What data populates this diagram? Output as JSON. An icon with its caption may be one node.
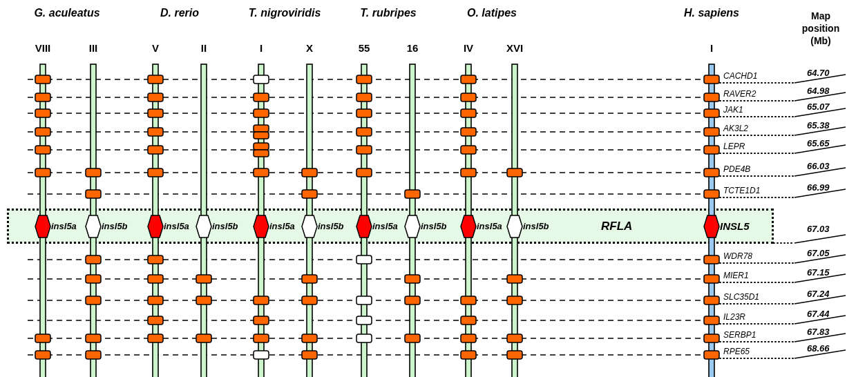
{
  "diagram": {
    "nodes": [
      {
        "text": [
          "RFLA"
        ]
      },
      {
        "text": [],
        "shape": "hexagon",
        "in": 0,
        "beside": [
          "insl5a"
        ]
      },
      {
        "text": [],
        "shape": "hexagon",
        "in": 0,
        "beside": [
          "insl5b"
        ]
      },
      {
        "text": [],
        "shape": "hexagon",
        "in": 0,
        "beside": [
          "insl5a"
        ]
      },
      {
        "text": [],
        "shape": "hexagon",
        "in": 0,
        "beside": [
          "insl5b"
        ]
      },
      {
        "text": [],
        "shape": "hexagon",
        "in": 0,
        "beside": [
          "insl5a"
        ]
      },
      {
        "text": [],
        "shape": "hexagon",
        "in": 0,
        "beside": [
          "insl5b"
        ]
      },
      {
        "text": [],
        "shape": "hexagon",
        "in": 0,
        "beside": [
          "insl5a"
        ]
      },
      {
        "text": [],
        "shape": "hexagon",
        "in": 0,
        "beside": [
          "insl5b"
        ]
      },
      {
        "text": [],
        "shape": "hexagon",
        "in": 0,
        "beside": [
          "insl5a"
        ]
      },
      {
        "text": [],
        "shape": "hexagon",
        "in": 0,
        "beside": [
          "insl5b"
        ]
      },
      {
        "text": [],
        "shape": "hexagon",
        "in": 0,
        "beside": [
          "INSL5"
        ]
      }
    ],
    "labels": [
      "G. aculeatus",
      "D. rerio",
      "T. nigroviridis",
      "T. rubripes",
      "O. latipes",
      "H. sapiens",
      "VIII",
      "III",
      "V",
      "II",
      "I",
      "X",
      "55",
      "16",
      "IV",
      "XVI",
      "I",
      "Map position (Mb)",
      "CACHD1",
      "64.70",
      "RAVER2",
      "64.98",
      "JAK1",
      "65.07",
      "AK3L2",
      "65.38",
      "LEPR",
      "65.65",
      "PDE4B",
      "66.03",
      "TCTE1D1",
      "66.99",
      "67.03",
      "WDR78",
      "67.05",
      "MIER1",
      "67.15",
      "SLC35D1",
      "67.24",
      "IL23R",
      "67.44",
      "SERBP1",
      "67.83",
      "RPE65",
      "68.66"
    ]
  }
}
